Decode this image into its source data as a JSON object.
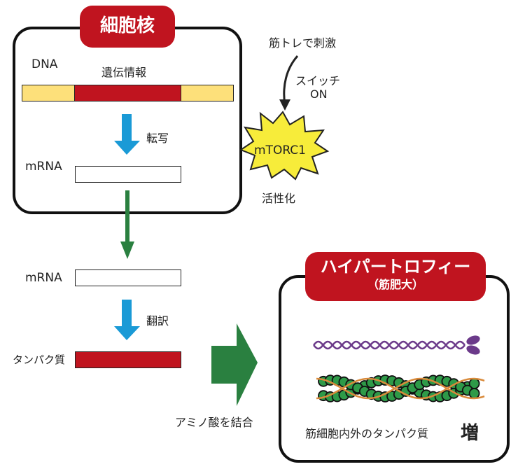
{
  "nucleus": {
    "title": "細胞核",
    "dna_label": "DNA",
    "gene_label": "遺伝情報",
    "transcription_label": "転写",
    "mrna_label": "mRNA"
  },
  "mtorc": {
    "stimulus_label": "筋トレで刺激",
    "switch_label_line1": "スイッチ",
    "switch_label_line2": "ON",
    "name": "mTORC1",
    "activation_label": "活性化"
  },
  "cytoplasm": {
    "mrna_label": "mRNA",
    "translation_label": "翻訳",
    "protein_label": "タンパク質",
    "amino_acid_label": "アミノ酸を結合"
  },
  "hypertrophy": {
    "title_line1": "ハイパートロフィー",
    "title_line2": "（筋肥大）",
    "caption": "筋細胞内外のタンパク質",
    "increase_label": "増"
  },
  "colors": {
    "red": "#c0141f",
    "yellow_dna": "#fde07a",
    "blue_arrow": "#1a9ad6",
    "green_arrow": "#2a8040",
    "star_yellow": "#f7ec3a",
    "myosin_purple": "#6b3a8a",
    "actin_green": "#2e9a48",
    "tropomyosin_orange": "#d98a3a"
  }
}
